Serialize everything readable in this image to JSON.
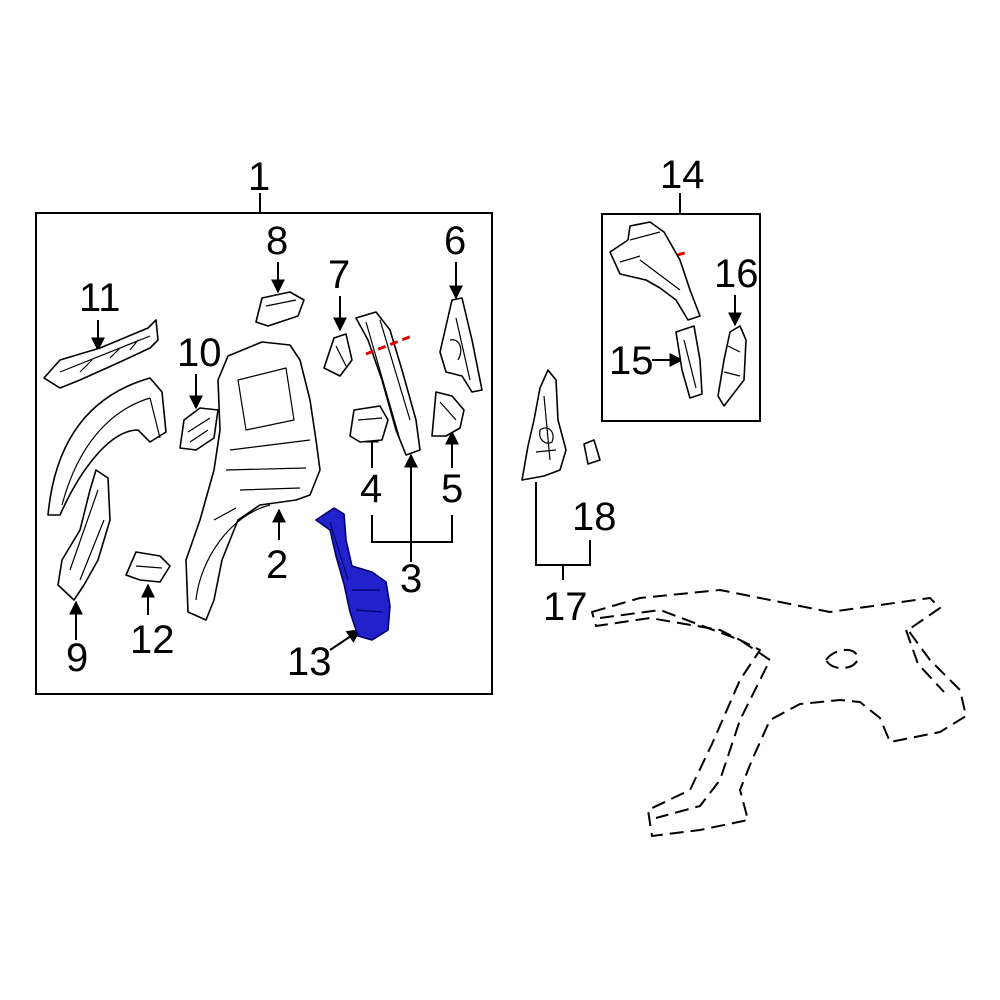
{
  "colors": {
    "line": "#000000",
    "highlight": "#2222cc",
    "cut_line": "#e00000",
    "background": "#ffffff"
  },
  "callouts": {
    "c1": "1",
    "c2": "2",
    "c3": "3",
    "c4": "4",
    "c5": "5",
    "c6": "6",
    "c7": "7",
    "c8": "8",
    "c9": "9",
    "c10": "10",
    "c11": "11",
    "c12": "12",
    "c13": "13",
    "c14": "14",
    "c15": "15",
    "c16": "16",
    "c17": "17",
    "c18": "18"
  },
  "highlighted_part": "13"
}
